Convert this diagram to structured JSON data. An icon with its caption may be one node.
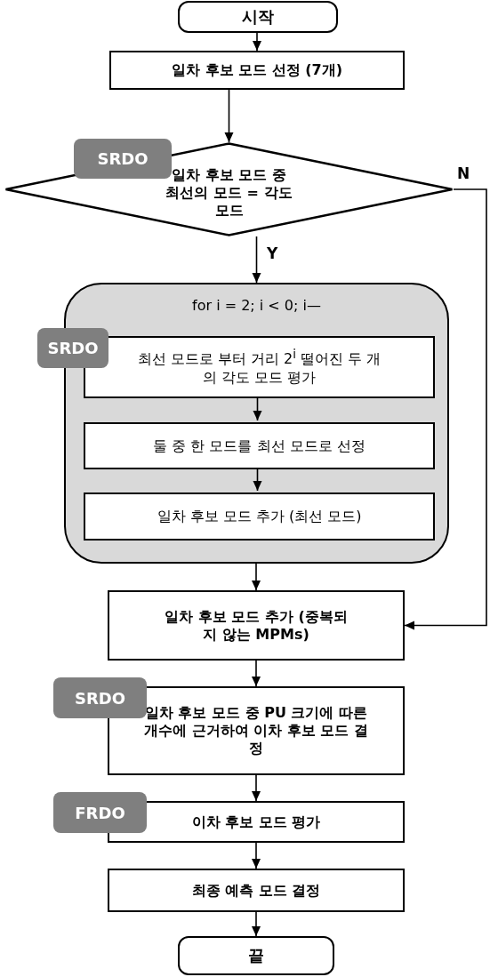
{
  "diagram": {
    "nodes": [
      {
        "text": [
          "시작"
        ]
      },
      {
        "text": [
          "일차 후보 모드 선정 (7개)"
        ]
      },
      {
        "text": [
          "SRDO"
        ]
      },
      {
        "text": [
          "일차 후보 모드 중 최선의 모드 = 각도 모드"
        ]
      },
      {
        "text": [
          "for i = 2; i < 0; i—"
        ]
      },
      {
        "text": [
          "SRDO"
        ]
      },
      {
        "text": [
          "최선 모드로 부터 거리 2$^{i}$ 떨어진 두 개의 각도 모드 평가"
        ],
        "in": 4
      },
      {
        "text": [
          "둘 중 한 모드를 최선 모드로 선정"
        ],
        "in": 4
      },
      {
        "text": [
          "일차 후보 모드 추가 (최선 모드)"
        ],
        "in": 4
      },
      {
        "text": [
          "일차 후보 모드 추가 (중복되지 않는 MPMs)"
        ]
      },
      {
        "text": [
          "SRDO"
        ]
      },
      {
        "text": [
          "일차 후보 모드 중 PU 크기에 따른 개수에 근거하여 이차 후보 모드 결정"
        ]
      },
      {
        "text": [
          "FRDO"
        ]
      },
      {
        "text": [
          "이차 후보 모드 평가"
        ]
      },
      {
        "text": [
          "최종 예측 모드 결정"
        ]
      },
      {
        "text": [
          "끝"
        ]
      }
    ],
    "edges": [
      {
        "from": 0,
        "to": 1,
        "arrow": "to"
      },
      {
        "from": 1,
        "to": 3,
        "arrow": "to"
      },
      {
        "from": 3,
        "to": 4,
        "arrow": "to",
        "label": "Y"
      },
      {
        "from": 3,
        "to": 9,
        "arrow": "to",
        "label": "N"
      },
      {
        "from": 6,
        "to": 7,
        "arrow": "to"
      },
      {
        "from": 7,
        "to": 8,
        "arrow": "to"
      },
      {
        "from": 4,
        "to": 9,
        "arrow": "to"
      },
      {
        "from": 9,
        "to": 11,
        "arrow": "to"
      },
      {
        "from": 11,
        "to": 13,
        "arrow": "to"
      },
      {
        "from": 13,
        "to": 14,
        "arrow": "to"
      },
      {
        "from": 14,
        "to": 15,
        "arrow": "to"
      }
    ]
  }
}
